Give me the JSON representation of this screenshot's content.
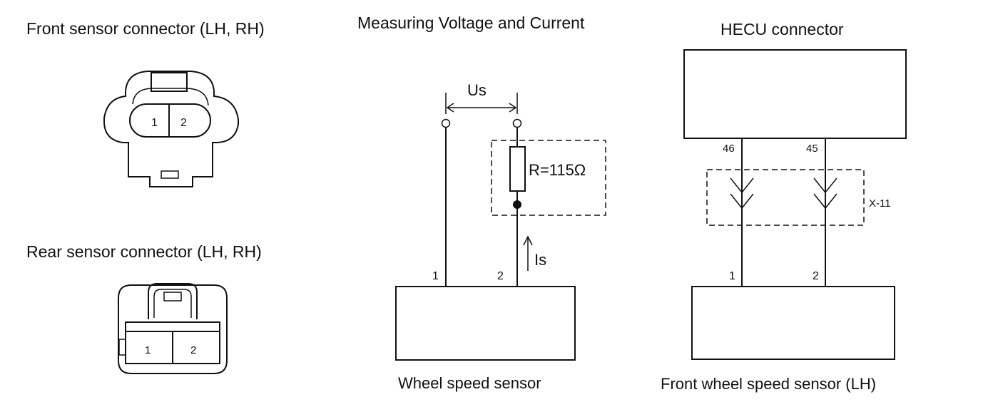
{
  "titles": {
    "front_connector": "Front sensor connector (LH, RH)",
    "rear_connector": "Rear sensor connector (LH, RH)",
    "measuring": "Measuring Voltage and Current",
    "hecu": "HECU connector"
  },
  "front_connector_pins": [
    "1",
    "2"
  ],
  "rear_connector_pins": [
    "1",
    "2"
  ],
  "measuring_circuit": {
    "voltage_label": "Us",
    "resistor_label": "R=115Ω",
    "current_label": "Is",
    "pin_1": "1",
    "pin_2": "2",
    "sensor_label": "Wheel speed sensor"
  },
  "hecu_circuit": {
    "hecu_pin_a": "46",
    "hecu_pin_b": "45",
    "connector_label": "X-11",
    "sensor_pin_1": "1",
    "sensor_pin_2": "2",
    "sensor_label": "Front wheel speed sensor (LH)"
  }
}
